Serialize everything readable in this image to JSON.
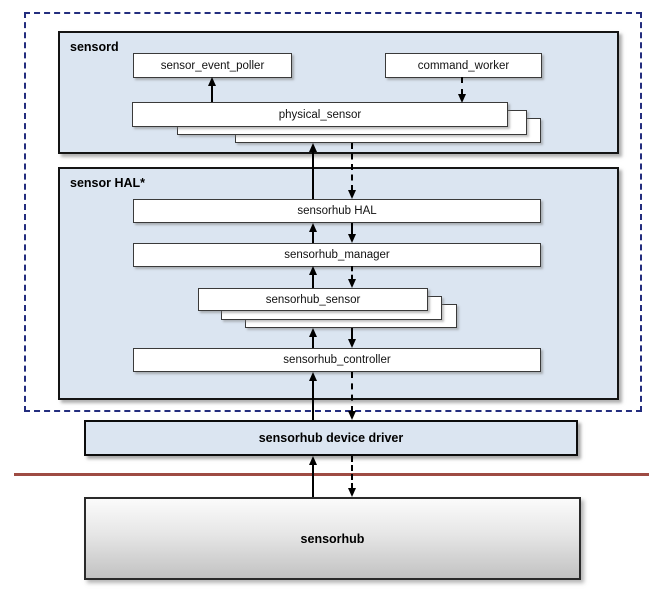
{
  "groups": {
    "sensord": {
      "label": "sensord"
    },
    "sensor_hal": {
      "label": "sensor HAL*"
    }
  },
  "nodes": {
    "sensor_event_poller": {
      "label": "sensor_event_poller"
    },
    "command_worker": {
      "label": "command_worker"
    },
    "physical_sensor": {
      "label": "physical_sensor"
    },
    "sensorhub_hal": {
      "label": "sensorhub HAL"
    },
    "sensorhub_manager": {
      "label": "sensorhub_manager"
    },
    "sensorhub_sensor": {
      "label": "sensorhub_sensor"
    },
    "sensorhub_controller": {
      "label": "sensorhub_controller"
    },
    "sensorhub_device_driver": {
      "label": "sensorhub device driver"
    },
    "sensorhub": {
      "label": "sensorhub"
    }
  },
  "colors": {
    "container_fill": "#dbe5f1",
    "container_border": "#141414",
    "dashed_group_border": "#232d7e",
    "kernel_divider_line": "#9e4b43",
    "node_fill": "#ffffff",
    "node_border": "#3a3a3a",
    "hardware_gradient_top": "#fbfbfb",
    "hardware_gradient_bottom": "#c2c2c2",
    "arrow": "#000000"
  }
}
